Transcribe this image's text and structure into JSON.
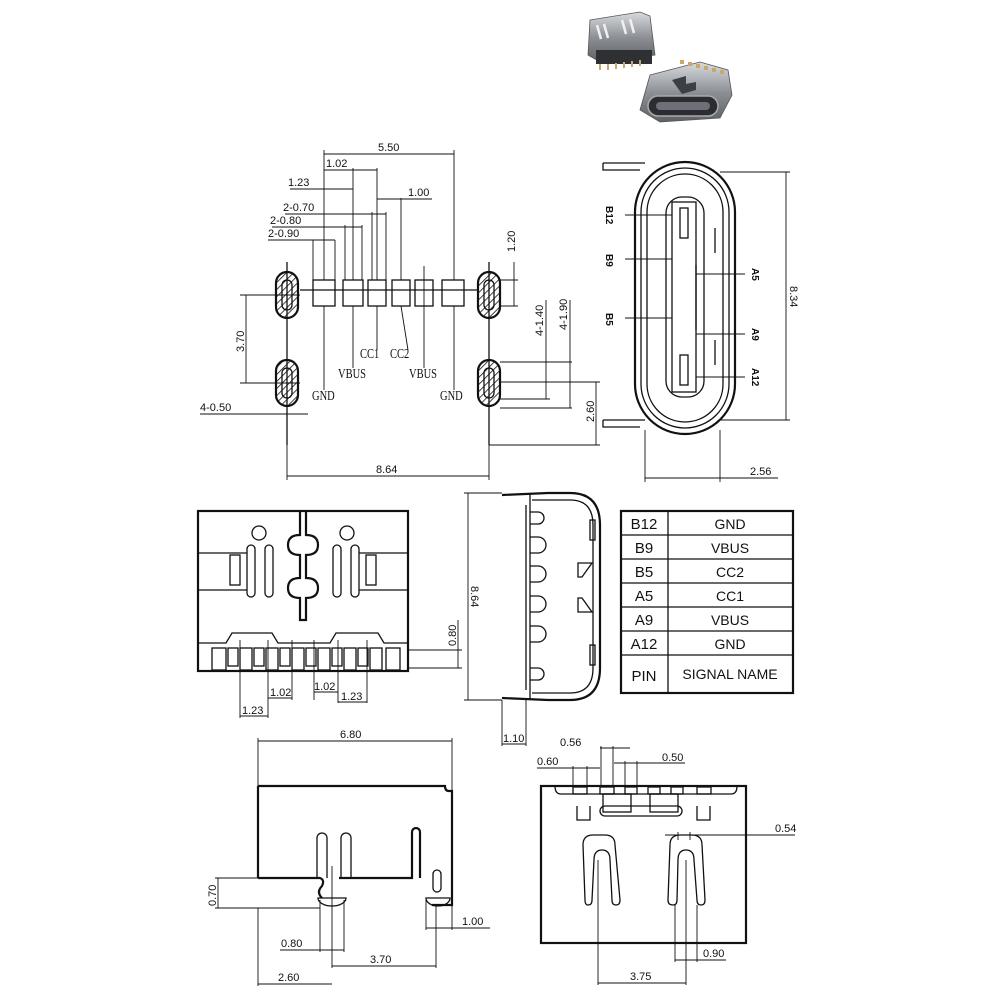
{
  "photo": {
    "description": "USB Type-C 6-pin female connector product photo",
    "colors": {
      "metal": "#9a9ea3",
      "dark": "#3a3c40",
      "pins": "#c9a86a"
    }
  },
  "top_view": {
    "dimensions": {
      "overall_pin_span": "5.50",
      "pitch_1": "1.02",
      "pitch_2": "1.23",
      "pitch_3": "1.00",
      "pad_width_a": "2-0.70",
      "pad_width_b": "2-0.80",
      "pad_width_c": "2-0.90",
      "pad_height": "1.20",
      "slot_spacing": "3.70",
      "slot_width": "4-0.50",
      "slot_length_a": "4-1.40",
      "slot_length_b": "4-1.90",
      "slot_offset": "2.60",
      "shell_width": "8.64"
    },
    "signal_labels": [
      "GND",
      "VBUS",
      "CC1",
      "CC2",
      "VBUS",
      "GND"
    ]
  },
  "front_view": {
    "pin_labels_left": [
      "B12",
      "B9",
      "B5"
    ],
    "pin_labels_right": [
      "A5",
      "A9",
      "A12"
    ],
    "dimensions": {
      "height": "8.34",
      "width": "2.56"
    }
  },
  "bottom_view": {
    "dimensions": {
      "pitch_outer_left": "1.23",
      "pitch_inner_left": "1.02",
      "pitch_inner_right": "1.02",
      "pitch_outer_right": "1.23",
      "pad_depth": "0.80"
    }
  },
  "side_view": {
    "dimensions": {
      "length": "8.64",
      "lead_offset": "1.10"
    }
  },
  "pin_table": {
    "header": {
      "pin": "PIN",
      "signal": "SIGNAL NAME"
    },
    "rows": [
      {
        "pin": "B12",
        "signal": "GND"
      },
      {
        "pin": "B9",
        "signal": "VBUS"
      },
      {
        "pin": "B5",
        "signal": "CC2"
      },
      {
        "pin": "A5",
        "signal": "CC1"
      },
      {
        "pin": "A9",
        "signal": "VBUS"
      },
      {
        "pin": "A12",
        "signal": "GND"
      }
    ]
  },
  "rear_view": {
    "dimensions": {
      "width": "6.80",
      "standoff": "0.70",
      "lead_width": "0.80",
      "lead_pitch": "3.70",
      "lead_offset": "2.60",
      "tab_width": "1.00"
    }
  },
  "end_view": {
    "dimensions": {
      "pad_a": "0.56",
      "pad_b": "0.60",
      "pad_c": "0.50",
      "contact_width": "0.54",
      "contact_pitch": "3.75",
      "leg_width": "0.90"
    }
  }
}
